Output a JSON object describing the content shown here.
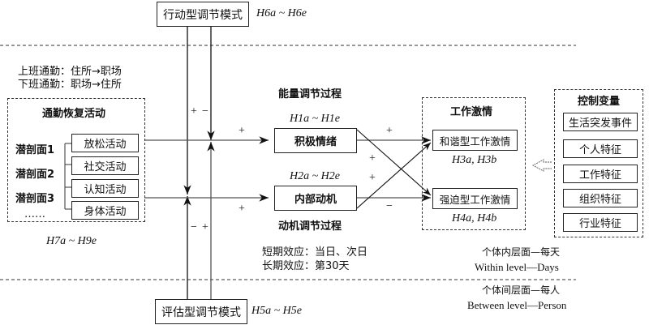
{
  "action_mode": {
    "label": "行动型调节模式",
    "hypotheses": "H6a ~ H6e",
    "signs": [
      "+",
      "−"
    ]
  },
  "appraisal_mode": {
    "label": "评估型调节模式",
    "hypotheses": "H5a ~ H5e",
    "signs": [
      "−",
      "+"
    ]
  },
  "commute": {
    "to_work": "上班通勤：住所→职场",
    "from_work": "下班通勤：职场→住所"
  },
  "recovery": {
    "title": "通勤恢复活动",
    "profiles": [
      "潜剖面1",
      "潜剖面2",
      "潜剖面3",
      "……"
    ],
    "activities": [
      "放松活动",
      "社交活动",
      "认知活动",
      "身体活动"
    ],
    "hypotheses": "H7a ~ H9e"
  },
  "energy_process": {
    "title": "能量调节过程",
    "hypotheses": "H1a ~ H1e",
    "node": "积极情绪",
    "in_sign": "+"
  },
  "motivation_process": {
    "title": "动机调节过程",
    "hypotheses": "H2a ~ H2e",
    "node": "内部动机",
    "in_sign": "+"
  },
  "paths": {
    "pe_to_harmonious": "+",
    "pe_to_obsessive": "+",
    "im_to_harmonious": "+",
    "im_to_obsessive": "−"
  },
  "effects": {
    "short_term": "短期效应：当日、次日",
    "long_term": "长期效应：第30天"
  },
  "passion": {
    "title": "工作激情",
    "harmonious": "和谐型工作激情",
    "harmonious_hyp": "H3a, H3b",
    "obsessive": "强迫型工作激情",
    "obsessive_hyp": "H4a, H4b"
  },
  "controls": {
    "title": "控制变量",
    "items": [
      "生活突发事件",
      "个人特征",
      "工作特征",
      "组织特征",
      "行业特征"
    ]
  },
  "levels": {
    "within_cn": "个体内层面—每天",
    "within_en": "Within level—Days",
    "between_cn": "个体间层面—每人",
    "between_en": "Between level—Person"
  }
}
